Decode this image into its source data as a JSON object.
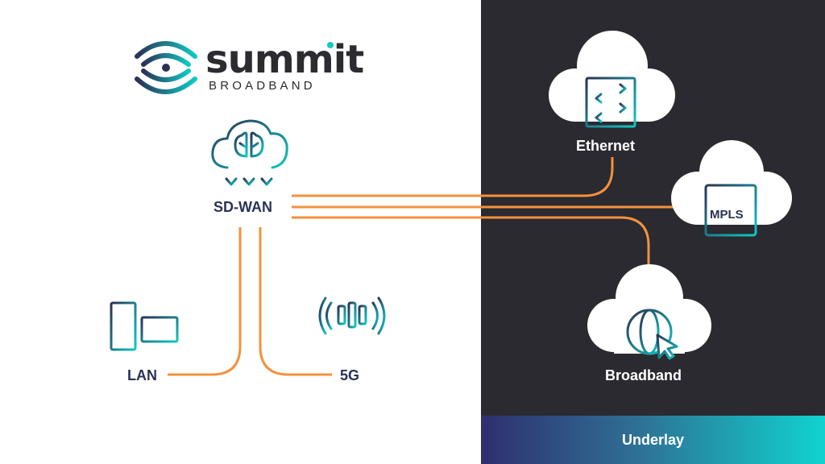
{
  "brand": {
    "name": "summit",
    "tagline": "BROADBAND"
  },
  "nodes": {
    "sdwan": "SD-WAN",
    "lan": "LAN",
    "fiveg": "5G",
    "ethernet": "Ethernet",
    "mpls": "MPLS",
    "broadband": "Broadband"
  },
  "underlay": {
    "label": "Underlay"
  },
  "colors": {
    "dark_panel": "#2a2a30",
    "connector": "#f4913d",
    "icon_dark": "#2b3256",
    "icon_teal": "#10c9c4",
    "text_dark": "#2b3256",
    "cloud": "#ffffff"
  }
}
